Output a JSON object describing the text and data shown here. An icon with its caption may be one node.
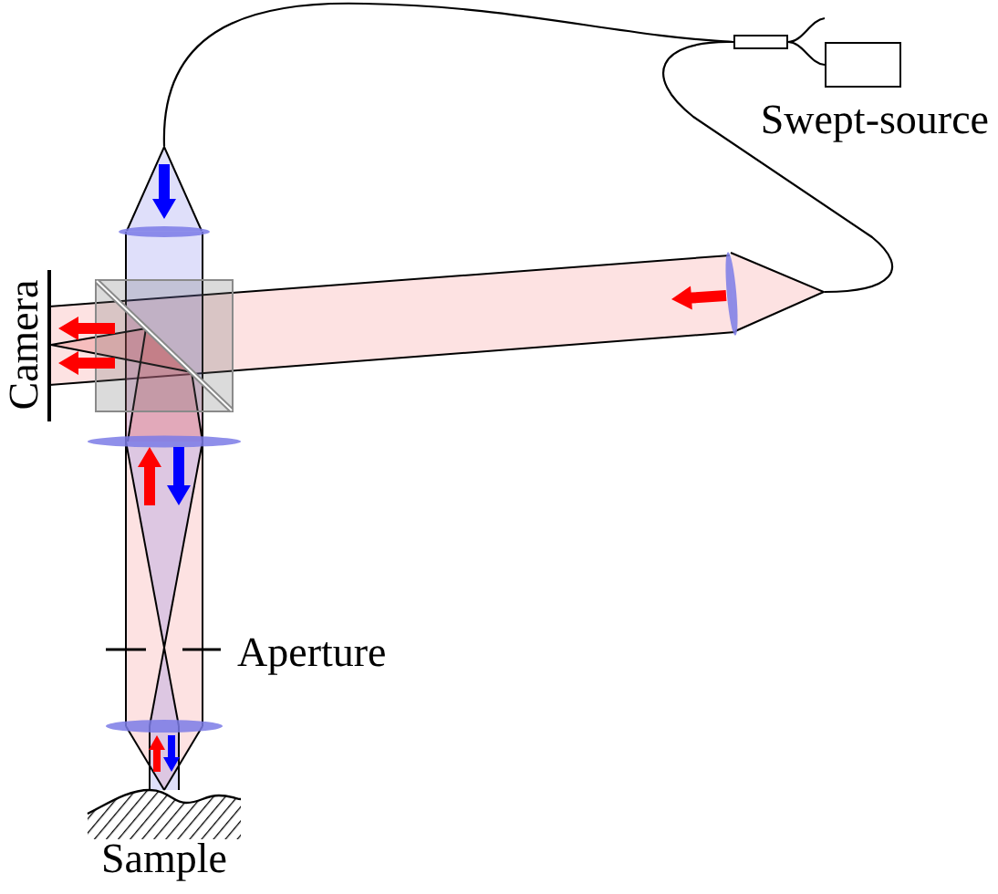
{
  "diagram": {
    "nodes": [
      {
        "text": [
          "Swept-source"
        ]
      },
      {
        "text": [],
        "shape": "box"
      },
      {
        "text": [],
        "shape": "triangle"
      },
      {
        "text": [],
        "shape": "triangle"
      }
    ],
    "edges": [
      {
        "from": 1,
        "to": 0,
        "arrow": "none"
      },
      {
        "from": 1,
        "to": 2,
        "arrow": "none"
      },
      {
        "from": 1,
        "to": 3,
        "arrow": "none"
      }
    ],
    "labels": [
      "Camera",
      "Aperture",
      "Sample"
    ]
  }
}
